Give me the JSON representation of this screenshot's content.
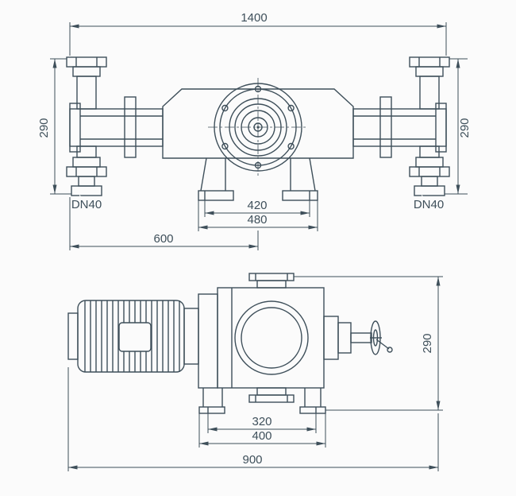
{
  "colors": {
    "background": "#fbfbfb",
    "line": "#3e4f5a"
  },
  "top_view": {
    "dim_overall_width": "1400",
    "dim_height_left": "290",
    "dim_height_right": "290",
    "flange_label_left": "DN40",
    "flange_label_right": "DN40",
    "dim_foot_bolt_span": "420",
    "dim_foot_width": "480",
    "dim_inlet_to_center": "600"
  },
  "front_view": {
    "dim_foot_bolt_span": "320",
    "dim_foot_width": "400",
    "dim_overall_length": "900",
    "dim_height": "290"
  }
}
